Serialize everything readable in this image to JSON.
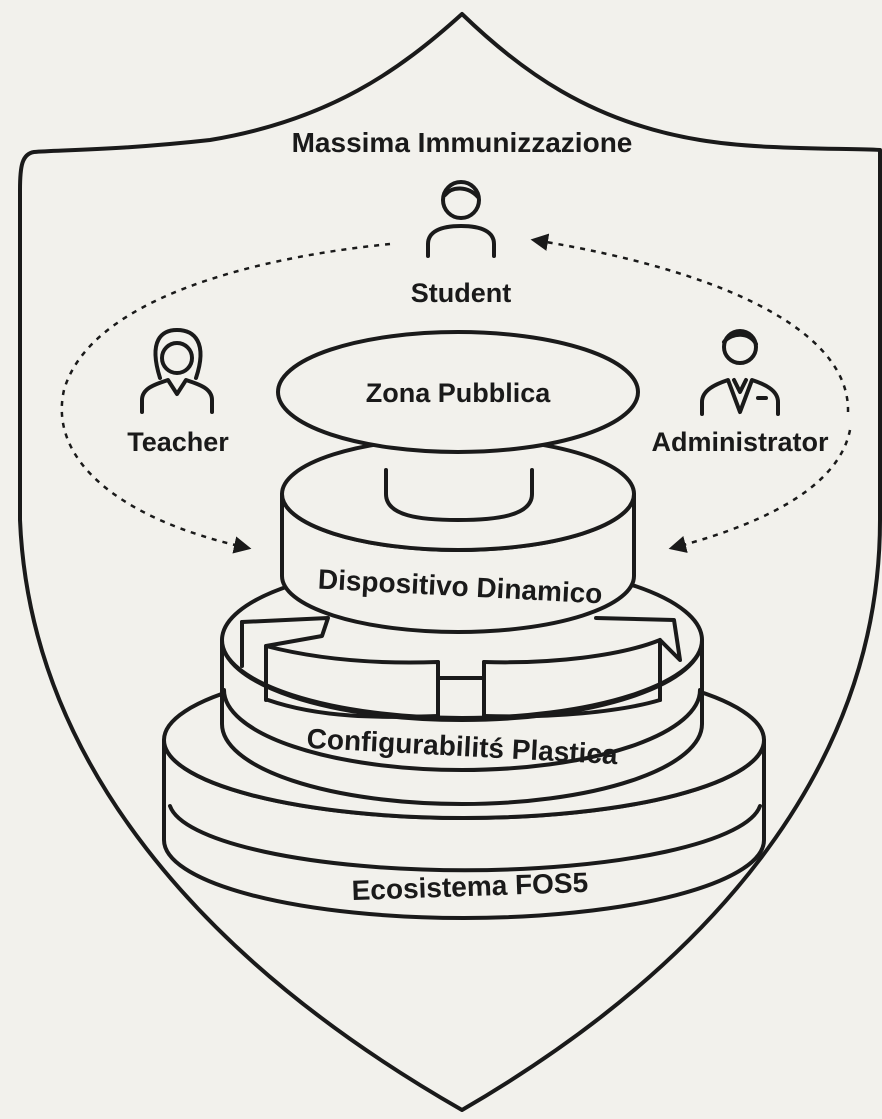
{
  "shield": {
    "title": "Massima Immunizzazione"
  },
  "actors": {
    "student": "Student",
    "teacher": "Teacher",
    "administrator": "Administrator"
  },
  "layers": {
    "public_zone": "Zona Pubblica",
    "dynamic_device": "Dispositivo Dinamico",
    "plastic_config": "Configurabilitś Plastica",
    "ecosystem": "Ecosistema FOS5"
  },
  "colors": {
    "background": "#f2f1ec",
    "ink": "#1a1a1a"
  }
}
